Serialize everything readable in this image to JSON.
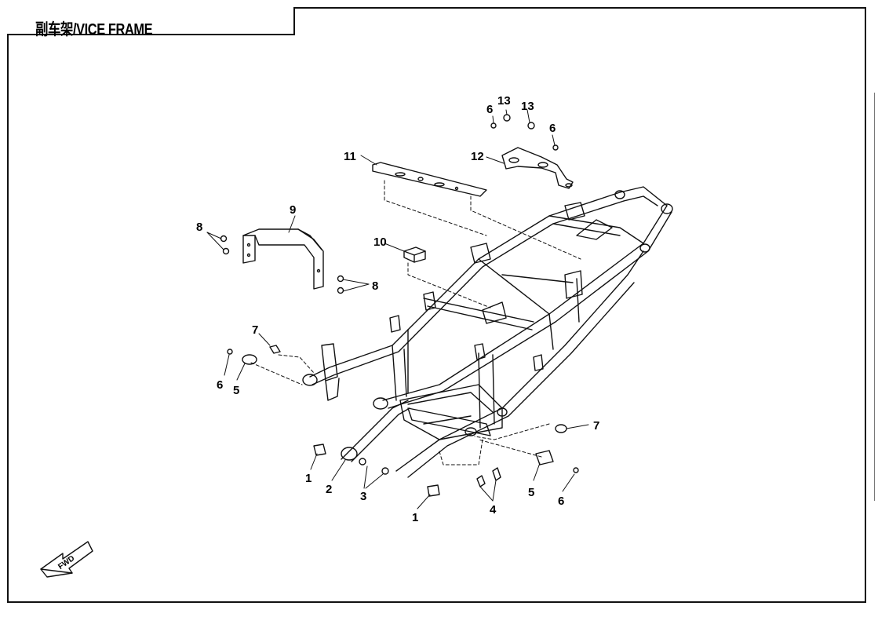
{
  "title": "副车架/VICE FRAME",
  "fwd_label": "FWD",
  "callouts": {
    "c1a": "1",
    "c1b": "1",
    "c2": "2",
    "c3": "3",
    "c4": "4",
    "c5a": "5",
    "c5b": "5",
    "c6a": "6",
    "c6b": "6",
    "c6c": "6",
    "c6d": "6",
    "c7a": "7",
    "c7b": "7",
    "c8a": "8",
    "c8b": "8",
    "c9": "9",
    "c10": "10",
    "c11": "11",
    "c12": "12",
    "c13a": "13",
    "c13b": "13"
  }
}
